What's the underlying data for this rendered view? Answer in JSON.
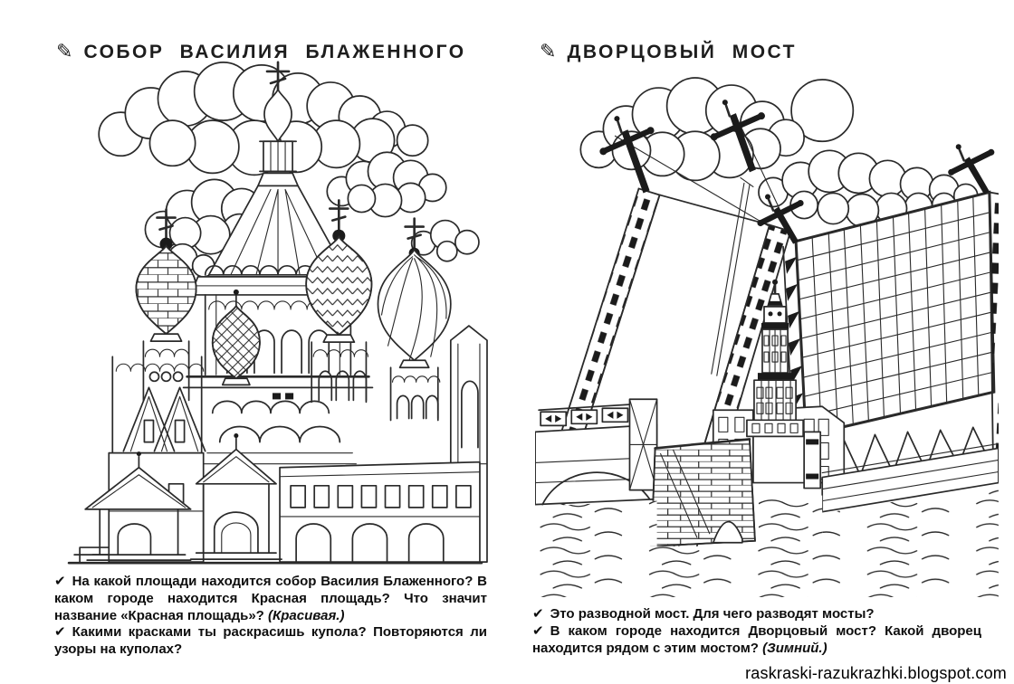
{
  "colors": {
    "paper": "#ffffff",
    "ink": "#2a2a2a",
    "text": "#0e0e0e"
  },
  "icons": {
    "pencil": "✎",
    "check": "✔"
  },
  "watermark": "raskraski-razukrazhki.blogspot.com",
  "panels": {
    "left": {
      "title": "СОБОР ВАСИЛИЯ БЛАЖЕННОГО",
      "questions": [
        {
          "text": "На какой площади находится собор Василия Блаженного? В каком городе находится Красная площадь? Что значит название «Красная площадь»?",
          "answer": "(Красивая.)"
        },
        {
          "text": "Какими красками ты раскрасишь купола? Повторяются ли узоры на куполах?",
          "answer": ""
        }
      ]
    },
    "right": {
      "title": "ДВОРЦОВЫЙ МОСТ",
      "questions": [
        {
          "text": "Это разводной мост. Для чего разводят мосты?",
          "answer": ""
        },
        {
          "text": "В каком городе находится Дворцовый мост? Какой дворец находится рядом с этим мостом?",
          "answer": "(Зимний.)"
        }
      ]
    }
  }
}
